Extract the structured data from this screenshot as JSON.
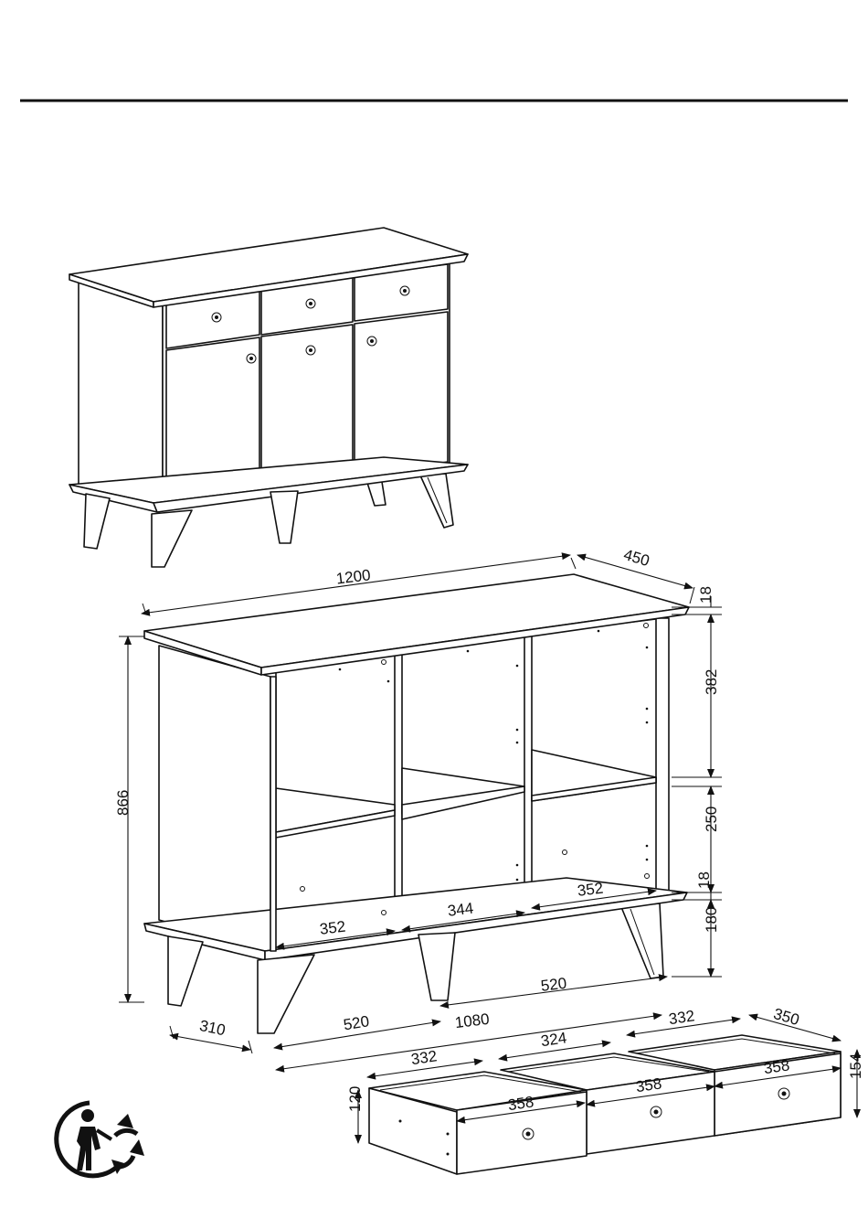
{
  "colors": {
    "line": "#111111",
    "background": "#ffffff"
  },
  "icons": {
    "recycle": "recycling-triman-icon",
    "knob": "knob-icon"
  },
  "dimensions": {
    "width": "1200",
    "depth": "450",
    "height": "866",
    "top_thickness": "18",
    "upper_compartment": "382",
    "lower_compartment": "250",
    "shelf_thickness": "18",
    "leg_height": "180",
    "left_inner_width": "352",
    "middle_inner_width": "344",
    "right_inner_width": "352",
    "leg_span_right": "520",
    "leg_span_left": "520",
    "leg_span_total": "1080",
    "leg_depth": "310",
    "drawer_front_width_right": "332",
    "drawer_front_width_middle": "324",
    "drawer_front_width_left": "332",
    "drawer_depth": "350",
    "drawer_height": "154",
    "drawer_inner_height": "120",
    "drawer_width_left": "358",
    "drawer_width_middle": "358",
    "drawer_width_right": "358"
  }
}
